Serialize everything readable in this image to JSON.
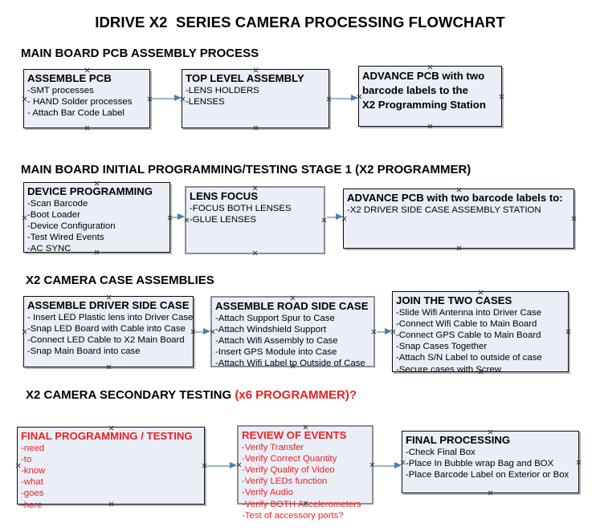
{
  "document": {
    "title": "IDRIVE X2  SERIES CAMERA PROCESSING FLOWCHART",
    "accent_red": "#ee2224",
    "node_fill": "#e9eef7",
    "connector_color": "#9bb4cc"
  },
  "sections": [
    {
      "id": "main-board-pcb-assembly",
      "heading": "MAIN BOARD PCB ASSEMBLY PROCESS",
      "heading_accent": "",
      "nodes": [
        {
          "id": "assemble-pcb",
          "title": "ASSEMBLE PCB",
          "items": [
            "-SMT processes",
            "- HAND Solder processes",
            "- Attach Bar Code Label"
          ]
        },
        {
          "id": "top-level-assembly",
          "title": "TOP LEVEL ASSEMBLY",
          "items": [
            "-LENS HOLDERS",
            "-LENSES"
          ]
        },
        {
          "id": "advance-pcb-x2-programming-station",
          "title": "ADVANCE PCB with two\nbarcode labels to the\n X2 Programming Station",
          "items": []
        }
      ]
    },
    {
      "id": "main-board-initial-programming",
      "heading": "MAIN BOARD INITIAL PROGRAMMING/TESTING STAGE 1 (X2 PROGRAMMER)",
      "heading_accent": "",
      "nodes": [
        {
          "id": "device-programming",
          "title": "DEVICE PROGRAMMING",
          "items": [
            "-Scan Barcode",
            "-Boot Loader",
            "-Device Configuration",
            "-Test Wired Events",
            "-AC SYNC"
          ]
        },
        {
          "id": "lens-focus",
          "title": "LENS FOCUS",
          "items": [
            "-FOCUS BOTH LENSES",
            "-GLUE LENSES"
          ]
        },
        {
          "id": "advance-pcb-driver-side-case",
          "title": "ADVANCE PCB with two barcode labels to:",
          "items": [
            "-X2 DRIVER  SIDE  CASE  ASSEMBLY STATION"
          ]
        }
      ]
    },
    {
      "id": "x2-camera-case-assemblies",
      "heading": "X2 CAMERA CASE ASSEMBLIES",
      "heading_accent": "",
      "nodes": [
        {
          "id": "assemble-driver-side-case",
          "title": "ASSEMBLE DRIVER SIDE CASE",
          "items": [
            "- Insert LED Plastic lens into Driver Case",
            "-Snap LED Board with Cable into Case",
            "-Connect LED Cable to X2 Main Board",
            "-Snap Main Board into case"
          ]
        },
        {
          "id": "assemble-road-side-case",
          "title": "ASSEMBLE ROAD SIDE CASE",
          "items": [
            "-Attach Support Spur to Case",
            "-Attach Windshield Support",
            "-Attach Wifi Assembly to Case",
            "-Insert GPS Module into Case",
            "-Attach Wifi Label to Outside of Case"
          ]
        },
        {
          "id": "join-the-two-cases",
          "title": "JOIN THE TWO CASES",
          "items": [
            "-Slide Wifi Antenna into Driver Case",
            "-Connect Wifi Cable to Main Board",
            "-Connect GPS Cable to Main Board",
            "-Snap Cases Together",
            "-Attach S/N Label to outside of case",
            "-Secure cases with Screw"
          ]
        }
      ]
    },
    {
      "id": "x2-camera-secondary-testing",
      "heading": "X2 CAMERA SECONDARY TESTING  ",
      "heading_accent": "(x6 PROGRAMMER)?",
      "nodes": [
        {
          "id": "final-programming-testing",
          "title": "FINAL PROGRAMMING / TESTING",
          "items": [
            "-need",
            "-to",
            "-know",
            "-what",
            "-goes",
            "-here"
          ]
        },
        {
          "id": "review-of-events",
          "title": "REVIEW OF EVENTS",
          "items": [
            "-Verify Transfer",
            "-Verify Correct Quantity",
            "-Verify Quality of Video",
            "-Verify LEDs function",
            "-Verify Audio",
            "-Verify BOTH Accelerometers",
            "-Test of accessory ports?"
          ]
        },
        {
          "id": "final-processing",
          "title": "FINAL PROCESSING",
          "items": [
            " -Check Final Box",
            "-Place In Bubble wrap Bag and BOX",
            "-Place Barcode Label on Exterior or Box"
          ]
        }
      ]
    }
  ]
}
